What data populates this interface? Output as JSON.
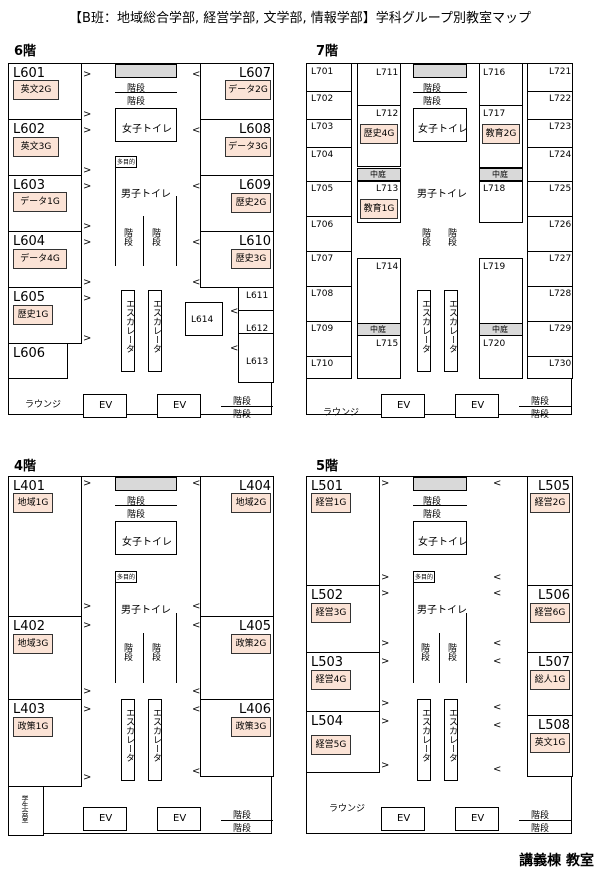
{
  "title": "【B班：地域総合学部, 経営学部, 文学部, 情報学部】学科グループ別教室マップ",
  "footer": "講義棟 教室",
  "common": {
    "stairs": "階段",
    "womens_toilet": "女子トイレ",
    "mens_toilet": "男子トイレ",
    "multipurpose": "多目的",
    "escalator": "エスカレータ",
    "stairs_v": "階段",
    "ev": "EV",
    "lounge": "ラウンジ",
    "courtyard": "中庭",
    "student_council": "学生会室"
  },
  "floor6": {
    "label": "6階",
    "rooms": [
      {
        "id": "L601",
        "tag": "英文2G"
      },
      {
        "id": "L602",
        "tag": "英文3G"
      },
      {
        "id": "L603",
        "tag": "データ1G"
      },
      {
        "id": "L604",
        "tag": "データ4G"
      },
      {
        "id": "L605",
        "tag": "歴史1G"
      },
      {
        "id": "L606"
      },
      {
        "id": "L607",
        "tag": "データ2G"
      },
      {
        "id": "L608",
        "tag": "データ3G"
      },
      {
        "id": "L609",
        "tag": "歴史2G"
      },
      {
        "id": "L610",
        "tag": "歴史3G"
      },
      {
        "id": "L611"
      },
      {
        "id": "L612"
      },
      {
        "id": "L613"
      },
      {
        "id": "L614"
      }
    ]
  },
  "floor7": {
    "label": "7階",
    "rooms": {
      "L701": "L701",
      "L702": "L702",
      "L703": "L703",
      "L704": "L704",
      "L705": "L705",
      "L706": "L706",
      "L707": "L707",
      "L708": "L708",
      "L709": "L709",
      "L710": "L710",
      "L711": "L711",
      "L712": "L712",
      "L713": "L713",
      "L714": "L714",
      "L715": "L715",
      "L716": "L716",
      "L717": "L717",
      "L718": "L718",
      "L719": "L719",
      "L720": "L720",
      "L721": "L721",
      "L722": "L722",
      "L723": "L723",
      "L724": "L724",
      "L725": "L725",
      "L726": "L726",
      "L727": "L727",
      "L728": "L728",
      "L729": "L729",
      "L730": "L730"
    },
    "tags": {
      "L712": "歴史4G",
      "L713": "教育1G",
      "L717": "教育2G"
    }
  },
  "floor4": {
    "label": "4階",
    "rooms": [
      {
        "id": "L401",
        "tag": "地域1G"
      },
      {
        "id": "L402",
        "tag": "地域3G"
      },
      {
        "id": "L403",
        "tag": "政策1G"
      },
      {
        "id": "L404",
        "tag": "地域2G"
      },
      {
        "id": "L405",
        "tag": "政策2G"
      },
      {
        "id": "L406",
        "tag": "政策3G"
      }
    ]
  },
  "floor5": {
    "label": "5階",
    "rooms": [
      {
        "id": "L501",
        "tag": "経営1G"
      },
      {
        "id": "L502",
        "tag": "経営3G"
      },
      {
        "id": "L503",
        "tag": "経営4G"
      },
      {
        "id": "L504",
        "tag": "経営5G"
      },
      {
        "id": "L505",
        "tag": "経営2G"
      },
      {
        "id": "L506",
        "tag": "経営6G"
      },
      {
        "id": "L507",
        "tag": "総人1G"
      },
      {
        "id": "L508",
        "tag": "英文1G"
      }
    ]
  }
}
